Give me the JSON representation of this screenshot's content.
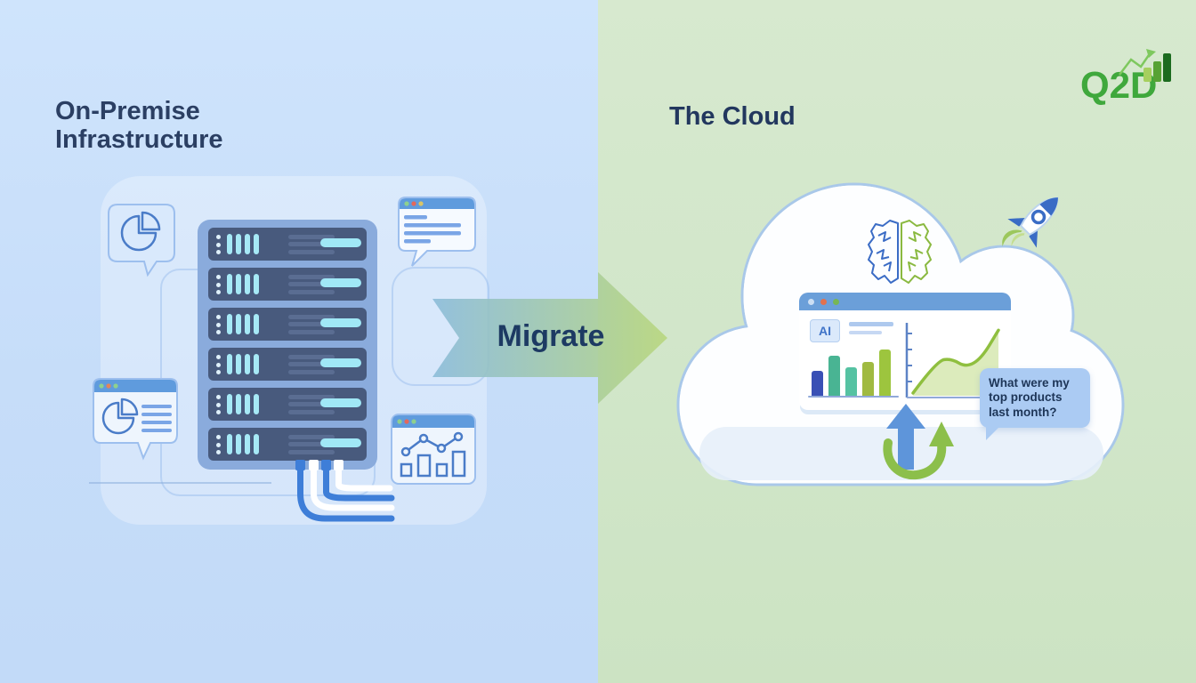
{
  "brand": {
    "logo_text": "Q2D",
    "logo_color": "#3fa83c"
  },
  "left_panel": {
    "title": "On-Premise Infrastructure",
    "background_color": "#c8dffb",
    "server_rack": {
      "units": 6
    },
    "icons": {
      "pie_chart_bubble": "pie-chart-in-speech-bubble",
      "browser_chat": "browser-window-with-text-lines",
      "pie_report_window": "browser-window-with-pie-chart-and-text",
      "analytics_window": "browser-window-with-bar-and-line-chart",
      "cables": "network-cables"
    }
  },
  "migration_arrow": {
    "label": "Migrate",
    "gradient_start": "#8abbd8",
    "gradient_end": "#b8d67c"
  },
  "cloud_panel": {
    "title": "The Cloud",
    "background_color": "#d3e7cb",
    "browser": {
      "ai_badge": "AI"
    },
    "chat_bubble": "What were my top products last month?",
    "icons": {
      "brain": "split-ai-brain-icon",
      "rocket": "rocket-launch-icon",
      "sync": "upload-sync-arrows-icon"
    }
  },
  "chart_data": [
    {
      "type": "bar",
      "title": "",
      "categories": [
        "",
        "",
        "",
        "",
        ""
      ],
      "values": [
        28,
        45,
        32,
        38,
        52
      ],
      "unit": "relative-height-px",
      "colors": [
        "#3950b5",
        "#49b493",
        "#55c2a2",
        "#a0ba41",
        "#9dc53e"
      ]
    },
    {
      "type": "area",
      "title": "",
      "x_norm": [
        0,
        0.28,
        0.45,
        0.62,
        0.8,
        1
      ],
      "y_norm": [
        0.04,
        0.52,
        0.55,
        0.42,
        0.55,
        0.97
      ],
      "line_color": "#8fbf3f",
      "fill_color": "#dcebbc"
    }
  ]
}
